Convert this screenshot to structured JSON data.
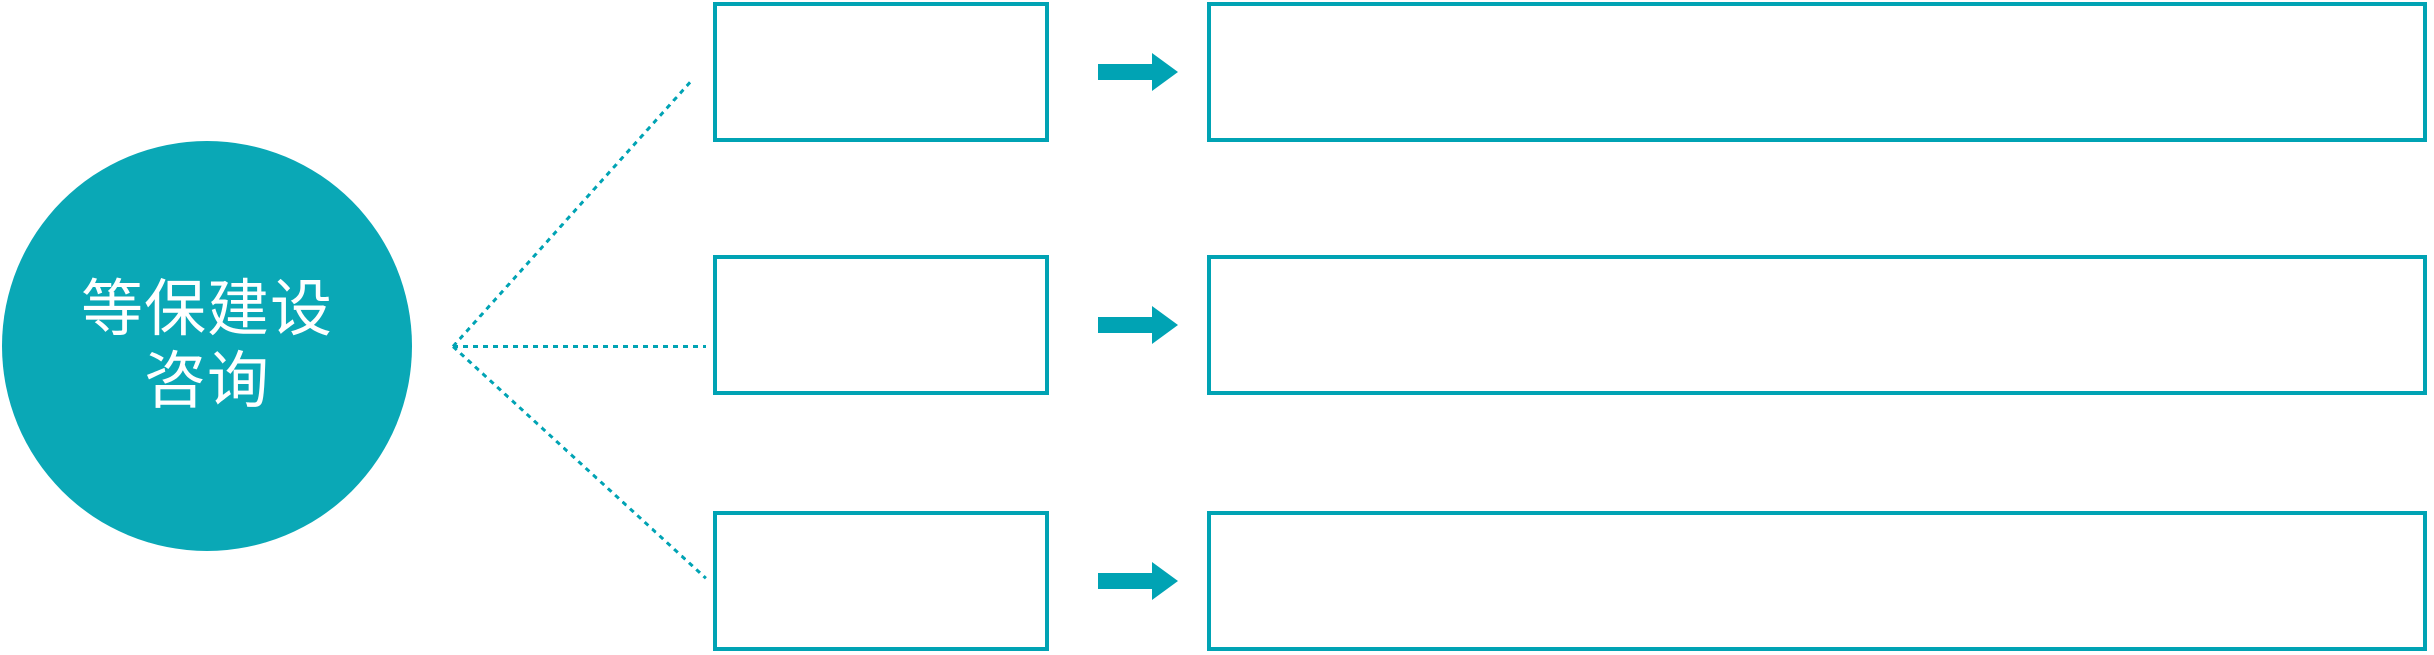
{
  "diagram": {
    "hub": {
      "label_line1": "等保建设",
      "label_line2": "咨询"
    },
    "rows": [
      {
        "stage_box_text": "",
        "detail_box_text": ""
      },
      {
        "stage_box_text": "",
        "detail_box_text": ""
      },
      {
        "stage_box_text": "",
        "detail_box_text": ""
      }
    ]
  },
  "icons": {
    "connector": "dotted-line",
    "arrow": "right-arrow"
  },
  "colors": {
    "accent_fill": "#0AA8B6",
    "accent_stroke": "#00A3B4",
    "text_on_accent": "#FFFFFF",
    "background": "#FFFFFF"
  }
}
